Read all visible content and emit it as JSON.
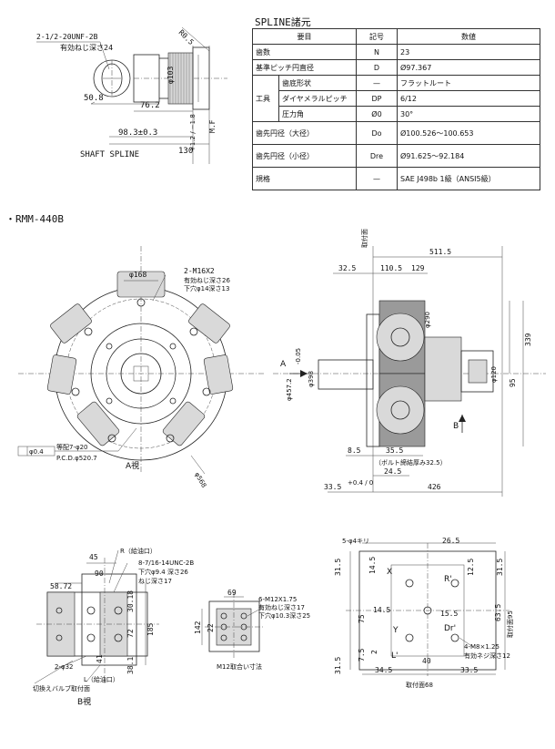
{
  "shaft": {
    "thread_note": "2-1/2-20UNF-2B",
    "depth_note": "有効ねじ深さ24",
    "radius": "R0.5",
    "dia_103": "φ103",
    "dim_50_8": "50.8",
    "dim_76_2": "76.2",
    "dim_98_3": "98.3±0.3",
    "dim_130": "130",
    "tol_130": "+1.2 / −1.8",
    "mf": "M.F",
    "caption": "SHAFT SPLINE"
  },
  "spline_table": {
    "title": "SPLINE諸元",
    "headers": [
      "要目",
      "記号",
      "数値"
    ],
    "rows": [
      {
        "group": "",
        "item": "歯数",
        "symbol": "N",
        "value": "23"
      },
      {
        "group": "",
        "item": "基準ピッチ円直径",
        "symbol": "D",
        "value": "Ø97.367"
      },
      {
        "group": "工具",
        "item": "歯底形状",
        "symbol": "—",
        "value": "フラットルート"
      },
      {
        "group": "",
        "item": "ダイヤメラルピッチ",
        "symbol": "DP",
        "value": "6/12"
      },
      {
        "group": "",
        "item": "圧力角",
        "symbol": "Ø0",
        "value": "30°"
      },
      {
        "group": "",
        "item": "歯先円径（大径）",
        "symbol": "Do",
        "value": "Ø100.526〜100.653"
      },
      {
        "group": "",
        "item": "歯先円径（小径）",
        "symbol": "Dre",
        "value": "Ø91.625〜92.184"
      },
      {
        "group": "",
        "item": "規格",
        "symbol": "—",
        "value": "SAE J498b 1級（ANSI5級）"
      }
    ]
  },
  "model_label": "・RMM-440B",
  "front_view": {
    "dia_168": "φ168",
    "tap_note_1": "2-M16X2",
    "tap_note_2": "有効ねじ深さ26",
    "tap_note_3": "下穴φ14深さ13",
    "tol_frame": "φ0.4",
    "pcd_1": "等配7-φ20",
    "pcd_2": "P.C.D.φ520.7",
    "view_label": "A視",
    "dia_568": "φ568"
  },
  "side_view": {
    "dim_511_5": "511.5",
    "datum_label": "取付面",
    "dim_32_5": "32.5",
    "dim_110_5": "110.5",
    "dim_129": "129",
    "dia_290": "φ290",
    "dim_339": "339",
    "dia_457": "φ457.2",
    "tol_457": "-0.05",
    "dia_398": "φ398",
    "dia_120": "φ120",
    "dim_95": "95",
    "arrow_a": "A",
    "arrow_b": "B",
    "dim_8_5": "8.5",
    "dim_35_5": "35.5",
    "bolt_note": "（ボルト締結厚み32.5）",
    "dim_24_5": "24.5",
    "dim_33_5": "33.5",
    "tol_33_5": "+0.4 / 0",
    "dim_426": "426"
  },
  "b_view": {
    "r_port": "R（給油口）",
    "dim_45": "45",
    "dim_90": "90",
    "unc_1": "8-7/16-14UNC-2B",
    "unc_2": "下穴φ9.4 深さ26",
    "unc_3": "ねじ深さ17",
    "dim_58_72": "58.72",
    "dim_30_18": "30.18",
    "dim_72": "72",
    "dim_185": "185",
    "dim_41": "41",
    "dim_38_1": "38.1",
    "dia_32": "2-φ32",
    "l_port": "L（給油口）",
    "valve_note": "切換えバルブ取付面",
    "caption": "B視"
  },
  "m12_view": {
    "dim_69": "69",
    "note_1": "6-M12X1.75",
    "note_2": "有効ねじ深さ17",
    "note_3": "下穴φ10.3深さ25",
    "dim_142": "142",
    "dim_22": "22",
    "caption": "M12取合い寸法"
  },
  "port_view": {
    "holes": "5-φ4キリ",
    "dim_26_5": "26.5",
    "dim_31_5a": "31.5",
    "dim_14_5a": "14.5",
    "label_x": "X",
    "label_r": "R'",
    "dim_12_5": "12.5",
    "dim_31_5b": "31.5",
    "dim_14_5b": "14.5",
    "dim_15_5": "15.5",
    "dim_75": "75",
    "dim_63_5": "63.5",
    "label_y": "Y",
    "label_dr": "Dr'",
    "label_l": "L'",
    "mount_95": "取付面95",
    "m8_1": "4-M8×1.25",
    "m8_2": "有効ネジ深さ12",
    "dim_7_5": "7.5",
    "dim_2": "2",
    "dim_40": "40",
    "dim_34_5": "34.5",
    "dim_33_5": "33.5",
    "dim_31_5c": "31.5",
    "mount_68": "取付面68"
  }
}
